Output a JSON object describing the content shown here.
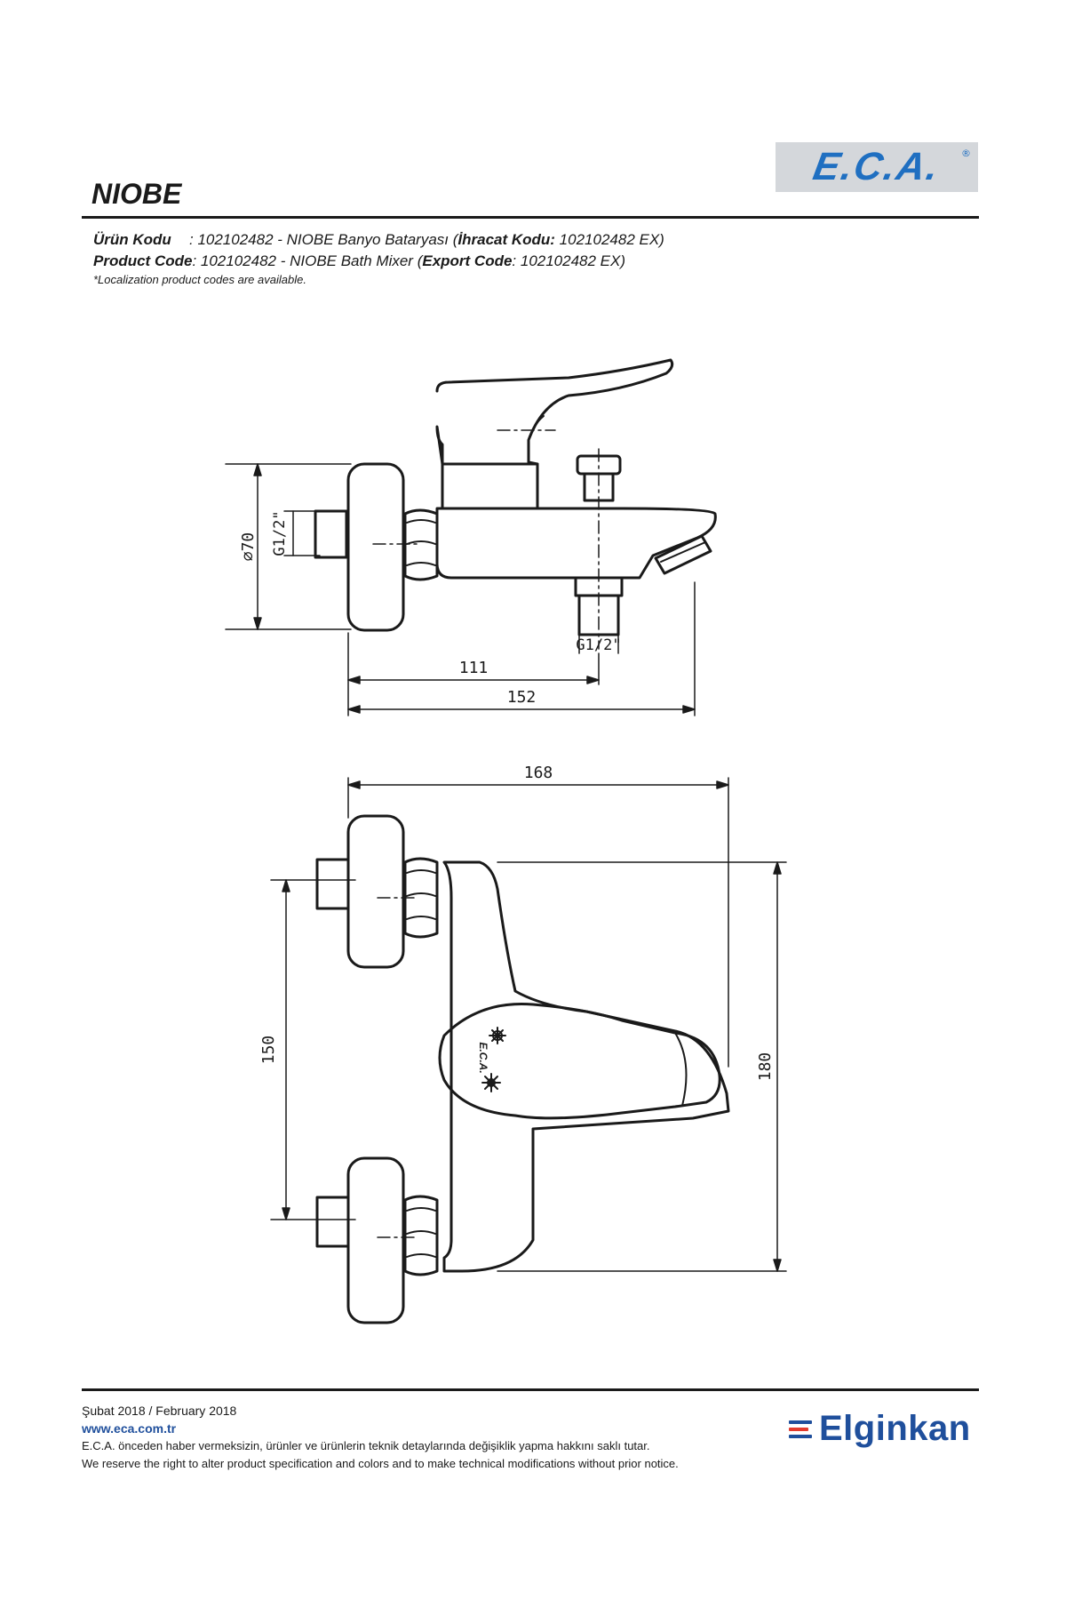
{
  "brand": {
    "logo_text": "E.C.A.",
    "registered_mark": "®",
    "accent_color": "#1f6fc1",
    "logo_bg": "#d4d7db"
  },
  "product": {
    "title": "NIOBE"
  },
  "codes": {
    "tr_label": "Ürün Kodu",
    "tr_value_prefix": ": 102102482 - NIOBE Banyo Bataryası (",
    "tr_export_label": "İhracat Kodu:",
    "tr_export_value": " 102102482 EX)",
    "en_label": "Product Code",
    "en_value_prefix": ": 102102482 - NIOBE Bath Mixer (",
    "en_export_label": "Export Code",
    "en_export_value": ": 102102482 EX)",
    "note": "*Localization product codes are available."
  },
  "drawing": {
    "dimensions": {
      "diameter": "⌀70",
      "inlet_thread": "G1/2\"",
      "outlet_thread": "G1/2\"",
      "d111": "111",
      "d152": "152",
      "d168": "168",
      "d150": "150",
      "d180": "180"
    },
    "handle_logo": "E.C.A."
  },
  "footer": {
    "date": "Şubat 2018 / February 2018",
    "website": "www.eca.com.tr",
    "disclaimer_tr": "E.C.A. önceden haber vermeksizin, ürünler ve ürünlerin teknik detaylarında değişiklik yapma hakkını saklı tutar.",
    "disclaimer_en": "We reserve the right to alter product specification and colors and to make technical modifications without prior notice."
  },
  "elginkan": {
    "name": "Elginkan",
    "color": "#1f4f9c",
    "bar_colors": [
      "#1f4f9c",
      "#e23b2e",
      "#1f4f9c"
    ]
  }
}
